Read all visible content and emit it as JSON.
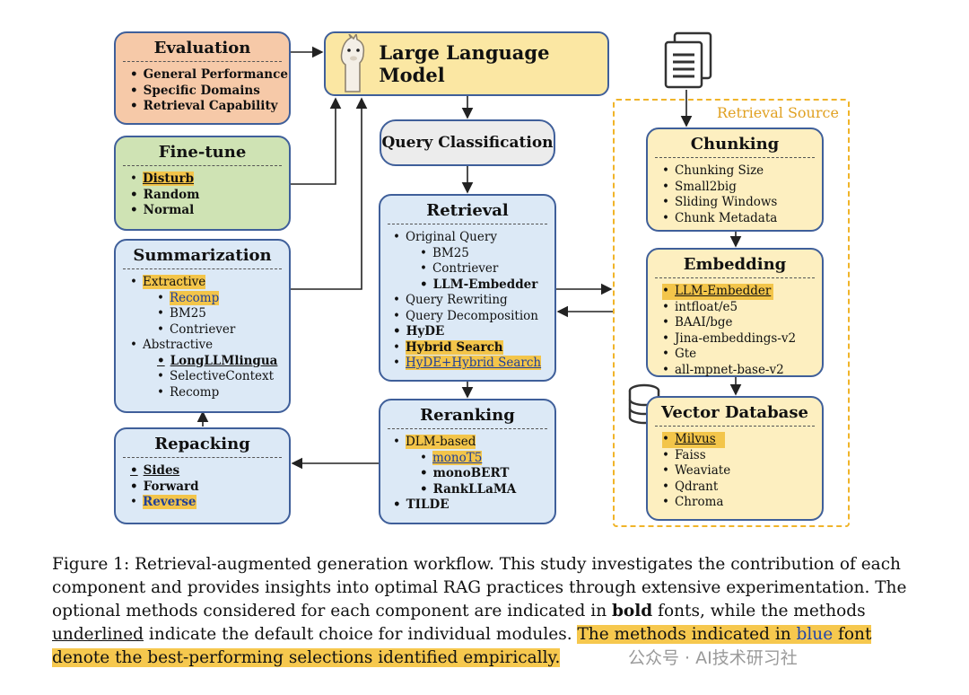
{
  "llm": {
    "title": "Large Language Model"
  },
  "evaluation": {
    "title": "Evaluation",
    "items": [
      "General Performance",
      "Specific Domains",
      "Retrieval Capability"
    ]
  },
  "finetune": {
    "title": "Fine-tune",
    "items": [
      "Disturb",
      "Random",
      "Normal"
    ]
  },
  "summarization": {
    "title": "Summarization",
    "items": [
      "Extractive",
      "Recomp",
      "BM25",
      "Contriever",
      "Abstractive",
      "LongLLMlingua",
      "SelectiveContext",
      "Recomp"
    ]
  },
  "repacking": {
    "title": "Repacking",
    "items": [
      "Sides",
      "Forward",
      "Reverse"
    ]
  },
  "query_classification": {
    "title": "Query Classification"
  },
  "retrieval": {
    "title": "Retrieval",
    "items": [
      "Original Query",
      "BM25",
      "Contriever",
      "LLM-Embedder",
      "Query Rewriting",
      "Query Decomposition",
      "HyDE",
      "Hybrid Search",
      "HyDE+Hybrid Search"
    ]
  },
  "reranking": {
    "title": "Reranking",
    "items": [
      "DLM-based",
      "monoT5",
      "monoBERT",
      "RankLLaMA",
      "TILDE"
    ]
  },
  "retrieval_source": {
    "label": "Retrieval Source"
  },
  "chunking": {
    "title": "Chunking",
    "items": [
      "Chunking Size",
      "Small2big",
      "Sliding Windows",
      "Chunk Metadata"
    ]
  },
  "embedding": {
    "title": "Embedding",
    "items": [
      "LLM-Embedder",
      "intfloat/e5",
      "BAAI/bge",
      "Jina-embeddings-v2",
      "Gte",
      "all-mpnet-base-v2"
    ]
  },
  "vector_db": {
    "title": "Vector Database",
    "items": [
      "Milvus",
      "Faiss",
      "Weaviate",
      "Qdrant",
      "Chroma"
    ]
  },
  "caption": {
    "p1": "Figure 1:   Retrieval-augmented generation workflow. This study investigates the contribution of each component and provides insights into optimal RAG practices through extensive experimentation. The optional methods considered for each component are indicated in ",
    "bold": "bold",
    "p2": " fonts, while the methods ",
    "underlined": "underlined",
    "p3": " indicate the default choice for individual modules. ",
    "h1": "The methods indicated in ",
    "blue": "blue",
    "h2": " font denote the best-performing selections identified empirically."
  },
  "watermark": "公众号 · AI技术研习社",
  "colors": {
    "box_border": "#3f5f9a",
    "blue_box": "#dce9f6",
    "evaluation": "#f6c9a8",
    "finetune": "#cfe3b4",
    "yellow_box": "#fdefc0",
    "llm": "#fbe7a3",
    "highlight": "#f3c54a",
    "source_border": "#f0b429"
  }
}
